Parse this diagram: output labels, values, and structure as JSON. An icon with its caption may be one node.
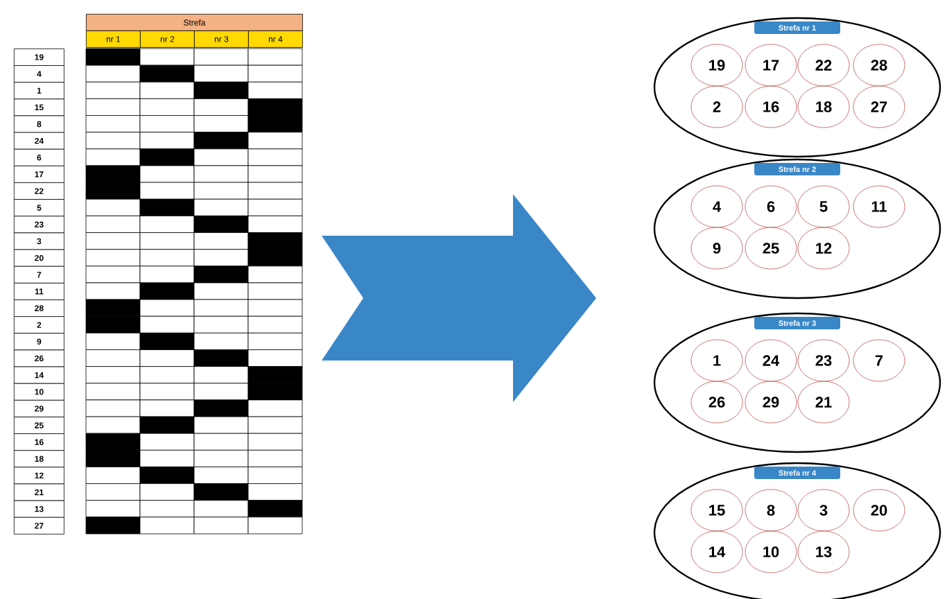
{
  "diagram": {
    "nodes": [
      {
        "text": [
          "Strefa nr 1"
        ]
      },
      {
        "text": [
          "19"
        ],
        "in": 0
      },
      {
        "text": [
          "17"
        ],
        "in": 0
      },
      {
        "text": [
          "22"
        ],
        "in": 0
      },
      {
        "text": [
          "28"
        ],
        "in": 0
      },
      {
        "text": [
          "2"
        ],
        "in": 0
      },
      {
        "text": [
          "16"
        ],
        "in": 0
      },
      {
        "text": [
          "18"
        ],
        "in": 0
      },
      {
        "text": [
          "27"
        ],
        "in": 0
      },
      {
        "text": [
          "Strefa nr 2"
        ]
      },
      {
        "text": [
          "4"
        ],
        "in": 9
      },
      {
        "text": [
          "6"
        ],
        "in": 9
      },
      {
        "text": [
          "5"
        ],
        "in": 9
      },
      {
        "text": [
          "11"
        ],
        "in": 9
      },
      {
        "text": [
          "9"
        ],
        "in": 9
      },
      {
        "text": [
          "25"
        ],
        "in": 9
      },
      {
        "text": [
          "12"
        ],
        "in": 9
      },
      {
        "text": [
          "Strefa nr 3"
        ]
      },
      {
        "text": [
          "1"
        ],
        "in": 17
      },
      {
        "text": [
          "24"
        ],
        "in": 17
      },
      {
        "text": [
          "23"
        ],
        "in": 17
      },
      {
        "text": [
          "7"
        ],
        "in": 17
      },
      {
        "text": [
          "26"
        ],
        "in": 17
      },
      {
        "text": [
          "29"
        ],
        "in": 17
      },
      {
        "text": [
          "21"
        ],
        "in": 17
      },
      {
        "text": [
          "Strefa nr 4"
        ]
      },
      {
        "text": [
          "15"
        ],
        "in": 25
      },
      {
        "text": [
          "8"
        ],
        "in": 25
      },
      {
        "text": [
          "3"
        ],
        "in": 25
      },
      {
        "text": [
          "20"
        ],
        "in": 25
      },
      {
        "text": [
          "14"
        ],
        "in": 25
      },
      {
        "text": [
          "10"
        ],
        "in": 25
      },
      {
        "text": [
          "13"
        ],
        "in": 25
      }
    ],
    "labels": [
      "Strefa",
      "nr 1",
      "nr 2",
      "nr 3",
      "nr 4",
      "19",
      "4",
      "1",
      "15",
      "8",
      "24",
      "6",
      "17",
      "22",
      "5",
      "23",
      "3",
      "20",
      "7",
      "11",
      "28",
      "2",
      "9",
      "26",
      "14",
      "10",
      "29",
      "25",
      "16",
      "18",
      "12",
      "21",
      "13",
      "27"
    ]
  }
}
